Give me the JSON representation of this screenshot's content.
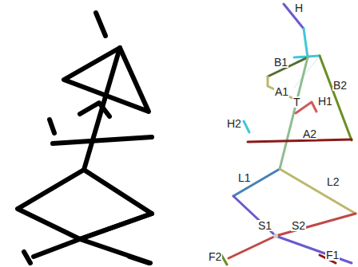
{
  "diagram": {
    "labels": [
      "H",
      "B1",
      "B2",
      "A1",
      "T",
      "H1",
      "H2",
      "A2",
      "L1",
      "L2",
      "S1",
      "S2",
      "F2",
      "F1"
    ]
  }
}
